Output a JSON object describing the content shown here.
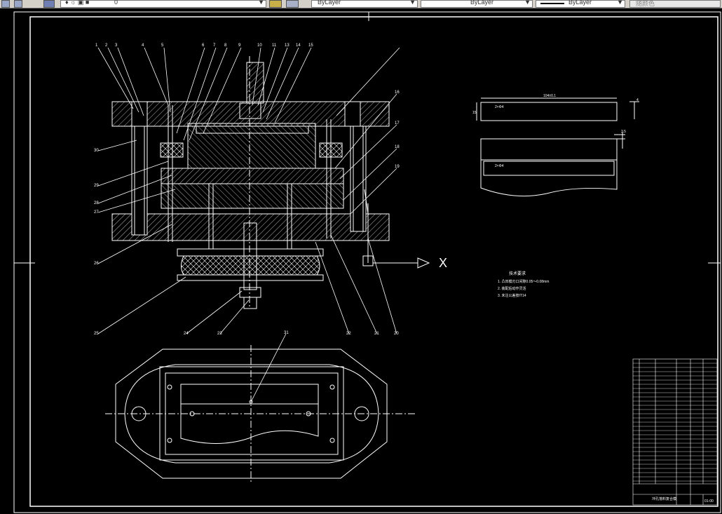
{
  "toolbar": {
    "layer_value": "0",
    "color_value": "ByLayer",
    "linetype_value": "ByLayer",
    "lineweight_value": "ByLayer",
    "plotstyle_value": "随颜色"
  },
  "drawing": {
    "balloons_top": [
      "1",
      "2",
      "3",
      "4",
      "5",
      "6",
      "7",
      "8",
      "9",
      "10",
      "11",
      "13",
      "14",
      "15"
    ],
    "balloons_right": [
      "16",
      "17",
      "18",
      "19"
    ],
    "balloons_left": [
      "30",
      "29",
      "28",
      "27",
      "26"
    ],
    "balloons_bottom": [
      "25",
      "24",
      "23",
      "22",
      "21",
      "20"
    ],
    "balloon_plan": "31",
    "section_marker": "X",
    "detail_dim_length": "104±0.1",
    "detail_dim_height": "15",
    "detail_dim_slot": "4",
    "detail_dim_thickness": "3.5",
    "detail_dim_hole": "2×Φ4",
    "notes_title": "技术要求",
    "notes": [
      "1.  凸凹模刃口间隙0.05～0.08mm",
      "2.  装配后动作灵活",
      "3.  未注公差按IT14"
    ],
    "title_block_name": "冲孔落料复合模",
    "title_block_code": "01-00"
  }
}
